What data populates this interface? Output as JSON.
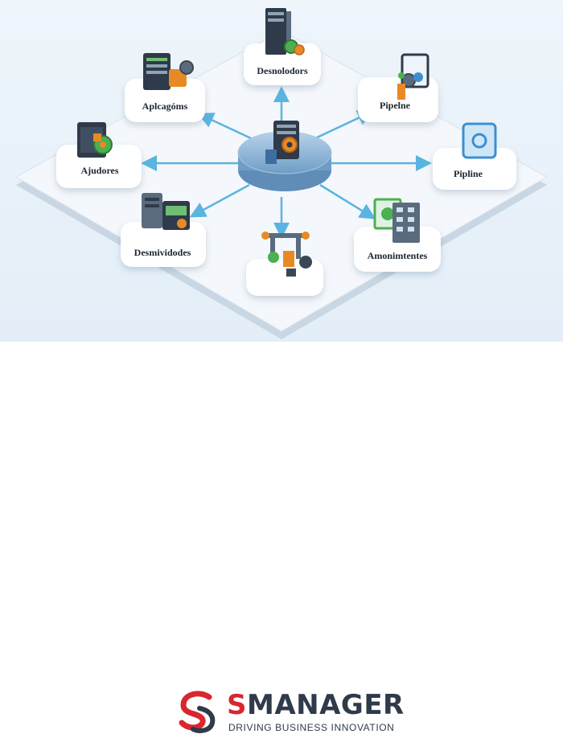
{
  "nodes": {
    "top": "Desnolodors",
    "top_left": "Aplcagóms",
    "top_right": "Pipelne",
    "left": "Ajudores",
    "right": "Pipline",
    "bottom_left": "Desmividodes",
    "bottom": "",
    "bottom_right": "Amonimtentes"
  },
  "brand": {
    "initial": "S",
    "rest": "MANAGER",
    "tagline": "DRIVING BUSINESS INNOVATION",
    "colors": {
      "red": "#d8272f",
      "navy": "#2f3a4a"
    }
  },
  "colors": {
    "arrow": "#5ab4e0",
    "platform": "#f4f7fb",
    "hub": "#7ea9cf"
  },
  "icons": {
    "hub": "server-gear-icon",
    "top": "server-gear-icon",
    "top_left": "server-rack-icon",
    "top_right": "monitor-gear-icon",
    "left": "gear-panel-icon",
    "right": "screen-icon",
    "bottom_left": "server-machine-icon",
    "bottom": "pipeline-robot-icon",
    "bottom_right": "building-monitor-icon"
  }
}
